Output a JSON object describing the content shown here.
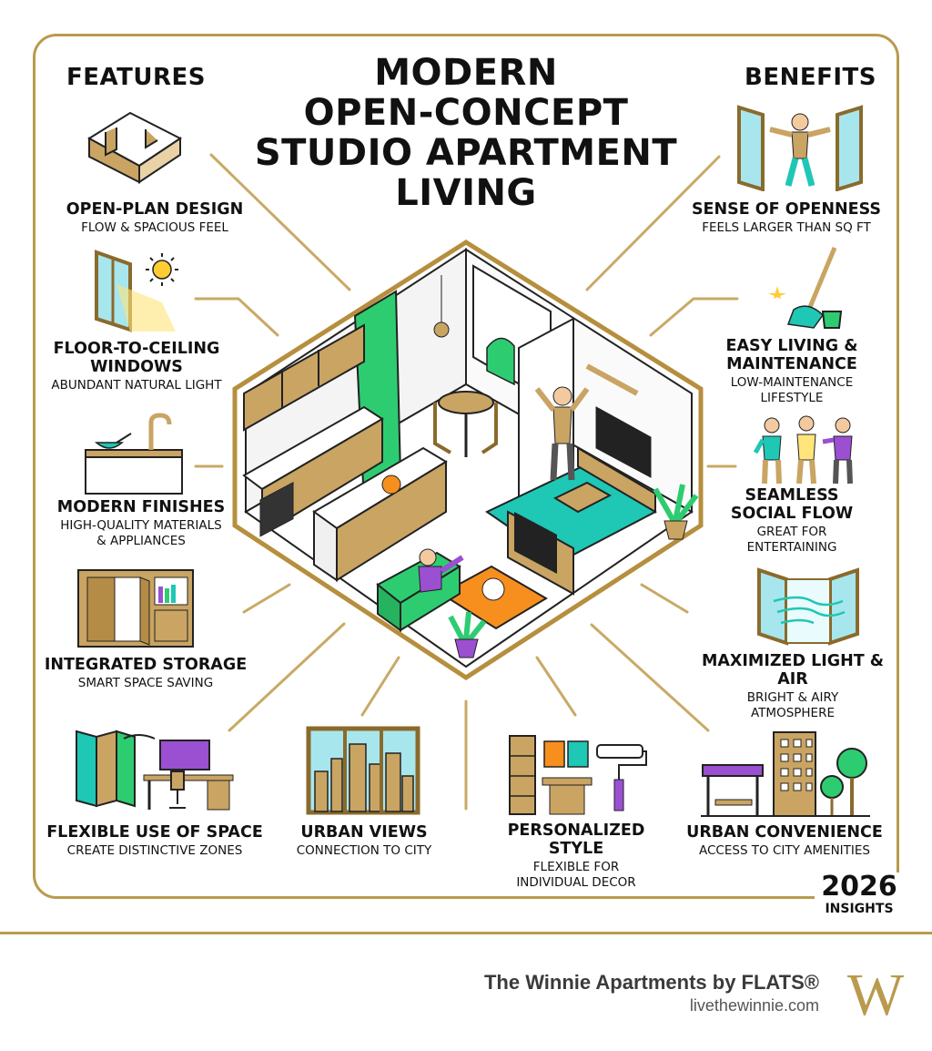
{
  "title": "MODERN\nOPEN-CONCEPT\nSTUDIO APARTMENT\nLIVING",
  "features_heading": "FEATURES",
  "benefits_heading": "BENEFITS",
  "features": [
    {
      "title": "OPEN-PLAN DESIGN",
      "subtitle": "FLOW & SPACIOUS FEEL",
      "icon": "open-plan-room-icon"
    },
    {
      "title": "FLOOR-TO-CEILING\nWINDOWS",
      "subtitle": "ABUNDANT NATURAL LIGHT",
      "icon": "window-sun-icon"
    },
    {
      "title": "MODERN FINISHES",
      "subtitle": "HIGH-QUALITY MATERIALS\n& APPLIANCES",
      "icon": "kitchen-sink-icon"
    },
    {
      "title": "INTEGRATED STORAGE",
      "subtitle": "SMART SPACE SAVING",
      "icon": "storage-cabinet-icon"
    },
    {
      "title": "FLEXIBLE USE OF SPACE",
      "subtitle": "CREATE DISTINCTIVE ZONES",
      "icon": "room-divider-desk-icon"
    },
    {
      "title": "URBAN VIEWS",
      "subtitle": "CONNECTION TO CITY",
      "icon": "city-window-icon"
    }
  ],
  "benefits": [
    {
      "title": "SENSE OF OPENNESS",
      "subtitle": "FEELS LARGER THAN SQ FT",
      "icon": "person-arms-open-icon"
    },
    {
      "title": "EASY LIVING &\nMAINTENANCE",
      "subtitle": "LOW-MAINTENANCE\nLIFESTYLE",
      "icon": "mop-bucket-icon"
    },
    {
      "title": "SEAMLESS\nSOCIAL FLOW",
      "subtitle": "GREAT FOR\nENTERTAINING",
      "icon": "people-group-icon"
    },
    {
      "title": "MAXIMIZED LIGHT & AIR",
      "subtitle": "BRIGHT & AIRY\nATMOSPHERE",
      "icon": "open-window-breeze-icon"
    },
    {
      "title": "PERSONALIZED STYLE",
      "subtitle": "FLEXIBLE FOR\nINDIVIDUAL DECOR",
      "icon": "decor-paint-roller-icon"
    },
    {
      "title": "URBAN CONVENIENCE",
      "subtitle": "ACCESS TO CITY AMENITIES",
      "icon": "bus-stop-city-icon"
    }
  ],
  "insights": {
    "year": "2026",
    "label": "INSIGHTS"
  },
  "brand": {
    "name": "The Winnie Apartments by FLATS®",
    "url": "livethewinnie.com",
    "logo_letter": "W"
  },
  "colors": {
    "gold": "#b99a4e",
    "wood": "#c9a463",
    "green": "#2ecc71",
    "teal": "#1fc7b5",
    "orange": "#f78f1e",
    "purple": "#9b4fd1",
    "sky": "#a8e6ee"
  }
}
